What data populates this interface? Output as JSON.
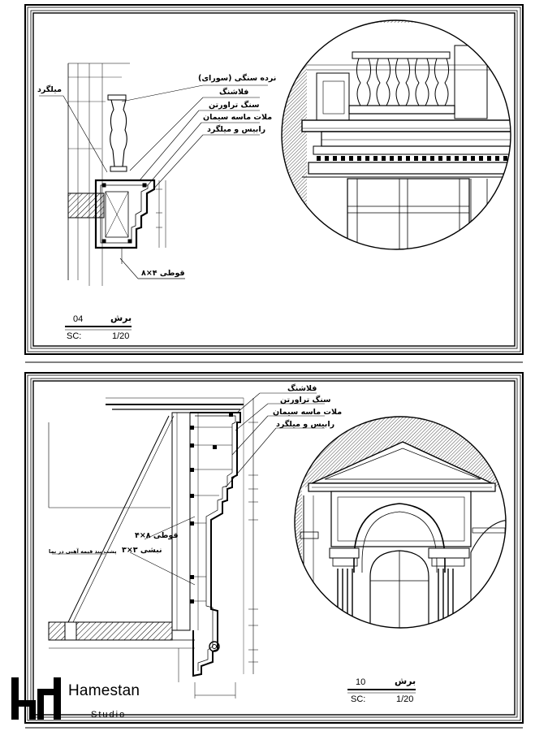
{
  "sheet1": {
    "labels": {
      "stone_railing": "نرده سنگی (سورای)",
      "falashing": "فلاشنگ",
      "travertine": "سنگ تراورتن",
      "cement_mortar": "ملات ماسه سیمان",
      "rebar": "رابیس و میلگرد",
      "milgard": "میلگرد",
      "profile": "قوطی ۴×۸"
    },
    "title": "برش",
    "number": "04",
    "scale_label": "SC:",
    "scale_value": "1/20"
  },
  "sheet2": {
    "labels": {
      "falashing": "فلاشنگ",
      "travertine": "سنگ تراورتن",
      "cement_mortar": "ملات ماسه سیمان",
      "rebar": "رابیس و میلگرد",
      "profile": "قوطی ۸×۴",
      "nabshi": "نبشی ۳×۳",
      "brace_note": "پشت بند قیمه آهنی در نما"
    },
    "title": "برش",
    "number": "10",
    "scale_label": "SC:",
    "scale_value": "1/20"
  },
  "logo": {
    "name": "Hamestan",
    "sub": "Studio"
  }
}
